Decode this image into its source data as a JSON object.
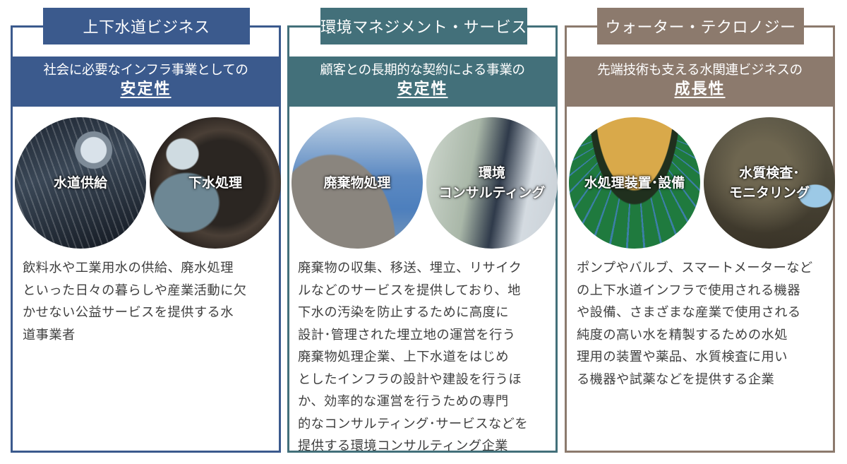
{
  "categories": [
    {
      "tab_label": "上下水道ビジネス",
      "subtitle_line1": "社会に必要なインフラ事業としての",
      "subtitle_line2": "安定性",
      "color": "#3b5a8d",
      "circles": [
        {
          "label": "水道供給",
          "image": "shower-water-photo"
        },
        {
          "label": "下水処理",
          "image": "sewer-pipe-photo"
        }
      ],
      "description_lines": [
        "飲料水や工業用水の供給、廃水処理",
        "といった日々の暮らしや産業活動に欠",
        "かせない公益サービスを提供する水",
        "道事業者"
      ]
    },
    {
      "tab_label": "環境マネジメント・サービス",
      "subtitle_line1": "顧客との長期的な契約による事業の",
      "subtitle_line2": "安定性",
      "color": "#43707a",
      "circles": [
        {
          "label": "廃棄物処理",
          "image": "waste-landfill-photo"
        },
        {
          "label": "環境\nコンサルティング",
          "image": "consultant-tablet-photo"
        }
      ],
      "description_lines": [
        "廃棄物の収集、移送、埋立、リサイク",
        "ルなどのサービスを提供しており、地",
        "下水の汚染を防止するために高度に",
        "設計･管理された埋立地の運営を行う",
        "廃棄物処理企業、上下水道をはじめ",
        "としたインフラの設計や建設を行うほ",
        "か、効率的な運営を行うための専門",
        "的なコンサルティング･サービスなどを",
        "提供する環境コンサルティング企業"
      ]
    },
    {
      "tab_label": "ウォーター・テクロノジー",
      "subtitle_line1": "先端技術も支える水関連ビジネスの",
      "subtitle_line2": "成長性",
      "color": "#8c7a6d",
      "circles": [
        {
          "label": "水処理装置･設備",
          "image": "water-treatment-plant-photo"
        },
        {
          "label": "水質検査･\nモニタリング",
          "image": "water-sampling-photo"
        }
      ],
      "description_lines": [
        "ポンプやバルブ、スマートメーターなど",
        "の上下水道インフラで使用される機器",
        "や設備、さまざまな産業で使用される",
        "純度の高い水を精製するための水処",
        "理用の装置や薬品、水質検査に用い",
        "る機器や試薬などを提供する企業"
      ]
    }
  ]
}
